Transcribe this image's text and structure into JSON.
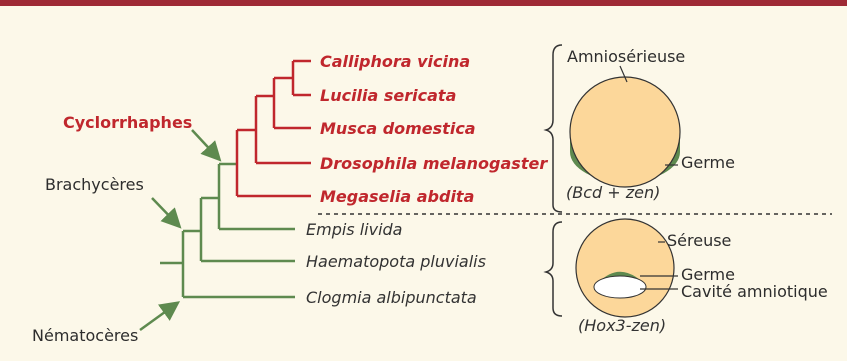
{
  "groups": {
    "cyclorrhaphes": "Cyclorrhaphes",
    "brachyceres": "Brachycères",
    "nematoceres": "Nématocères"
  },
  "species_highlighted": [
    "Calliphora vicina",
    "Lucilia sericata",
    "Musca domestica",
    "Drosophila melanogaster",
    "Megaselia abdita"
  ],
  "species_other": [
    "Empis livida",
    "Haematopota pluvialis",
    "Clogmia albipunctata"
  ],
  "embryo_top": {
    "label_amnio": "Amniosérieuse",
    "label_germ": "Germe",
    "caption": "(Bcd + zen)"
  },
  "embryo_bottom": {
    "label_serosa": "Séreuse",
    "label_germ": "Germe",
    "label_cavity": "Cavité amniotique",
    "caption": "(Hox3-zen)"
  },
  "colors": {
    "highlight": "#c0272d",
    "branch": "#5e8a4f",
    "embryo": "#fcd79a",
    "background": "#fcf8e9"
  }
}
